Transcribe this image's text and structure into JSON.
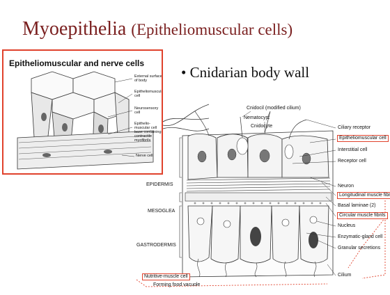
{
  "slide": {
    "title_main": "Myoepithelia",
    "title_sub": "(Epitheliomuscular cells)",
    "bullet": "Cnidarian body wall"
  },
  "inset": {
    "title": "Epitheliomuscular and nerve cells",
    "labels": {
      "external": "External surface of body",
      "epithelio": "Epitheliomuscular cell",
      "neurosensory": "Neurosensory cell",
      "base": "Epithelio-muscular cell base containing contractile myofibrils",
      "nerve": "Nerve cell"
    }
  },
  "diagram": {
    "top_labels": {
      "cnidocil": "Cnidocil (modified cilium)",
      "nematocyst": "Nematocyst",
      "cnidocyte": "Cnidocyte"
    },
    "right_labels": {
      "ciliary": "Ciliary receptor",
      "epithelio": "Epitheliomuscular cell",
      "interstitial": "Interstitial cell",
      "receptor": "Receptor cell",
      "neuron": "Neuron",
      "longitudinal": "Longitudinal muscle fibrils",
      "basal": "Basal laminae (2)",
      "circular": "Circular muscle fibrils",
      "nucleus": "Nucleus",
      "enzymatic": "Enzymatic-gland cell",
      "granular": "Granular secretions",
      "cilium": "Cilium"
    },
    "layers": {
      "epidermis": "EPIDERMIS",
      "mesoglea": "MESOGLEA",
      "gastrodermis": "GASTRODERMIS"
    },
    "bottom_labels": {
      "nutritive": "Nutritive-muscle cell",
      "vacuole": "Forming food vacuole"
    },
    "accent_color": "#e0412b"
  }
}
